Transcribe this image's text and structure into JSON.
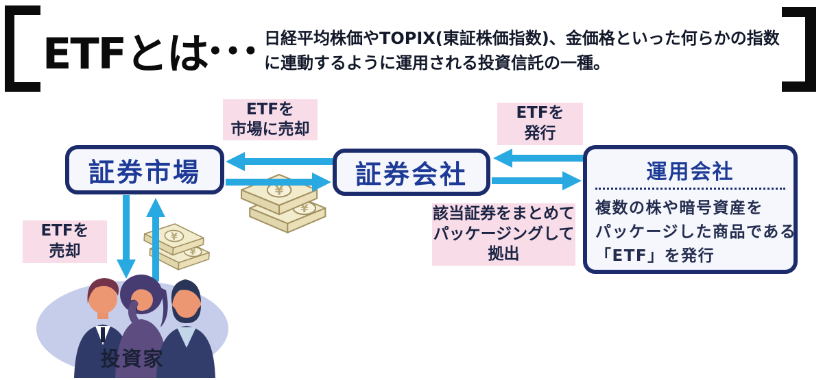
{
  "header": {
    "title": "ETFとは",
    "title_dots": "•••",
    "description": "日経平均株価やTOPIX(東証株価指数)、金価格といった何らかの指数に連動するように運用される投資信託の一種。"
  },
  "diagram": {
    "nodes": {
      "market": {
        "label": "証券市場"
      },
      "broker": {
        "label": "証券会社"
      },
      "manager": {
        "title": "運用会社",
        "body_lines": [
          "複数の株や暗号資産を",
          "パッケージした商品である",
          "「ETF」を発行"
        ]
      },
      "investors": {
        "label": "投資家"
      }
    },
    "flow_labels": {
      "sell_to_market": {
        "lines": [
          "ETFを",
          "市場に売却"
        ]
      },
      "issue": {
        "lines": [
          "ETFを",
          "発行"
        ]
      },
      "sell": {
        "lines": [
          "ETFを",
          "売却"
        ]
      },
      "package": {
        "lines": [
          "該当証券をまとめて",
          "パッケージングして",
          "拠出"
        ]
      }
    },
    "icons": {
      "money_stack": "yen-banknote-stack",
      "investors": "three-business-people"
    },
    "colors": {
      "arrow_blue": "#29A9E1",
      "box_border_navy": "#1B2B6B",
      "box_text_blue": "#1D3A96",
      "label_pink_bg": "#F8DCE8",
      "label_text_navy": "#1A2342",
      "ellipse_lavender": "#C6CDEB"
    }
  }
}
